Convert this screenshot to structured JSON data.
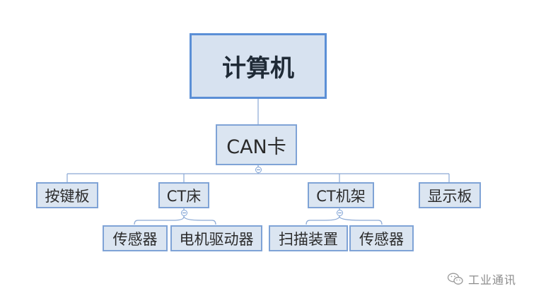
{
  "diagram": {
    "root": "计算机",
    "interface": "CAN卡",
    "modules": [
      "按键板",
      "CT床",
      "CT机架",
      "显示板"
    ],
    "ct_bed_children": [
      "传感器",
      "电机驱动器"
    ],
    "ct_gantry_children": [
      "扫描装置",
      "传感器"
    ],
    "collapse_symbol": "minus"
  },
  "watermark": {
    "text": "工业通讯",
    "icon": "wechat-icon"
  },
  "colors": {
    "box_fill": "#dbe5f1",
    "box_border": "#7fa3d6",
    "line": "#8aa8d4",
    "root_border": "#5b8fd6"
  }
}
